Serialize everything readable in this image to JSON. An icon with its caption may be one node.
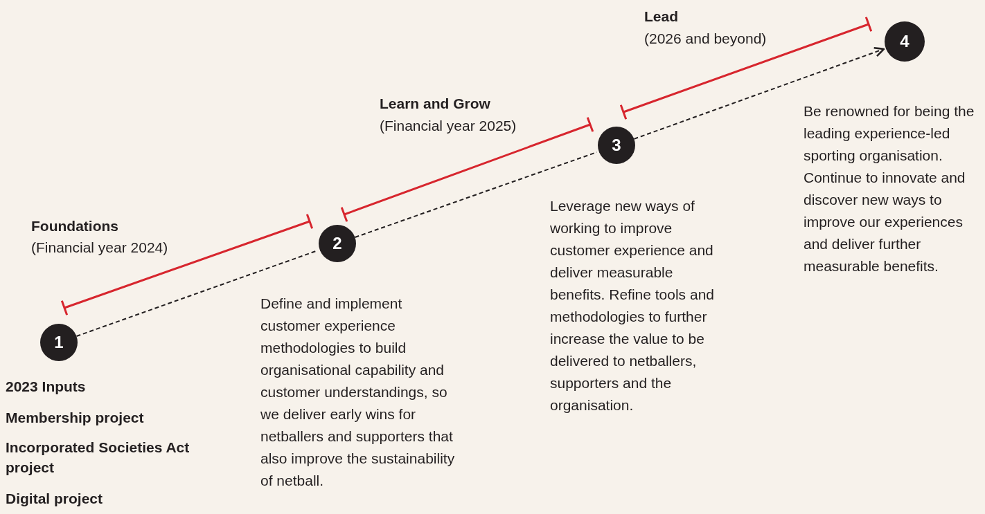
{
  "diagram": {
    "nodes": [
      {
        "text": [
          "1"
        ],
        "beside": [
          "2023 Inputs",
          "Membership project",
          "Incorporated Societies Act project",
          "Digital project"
        ]
      },
      {
        "text": [
          "2"
        ],
        "beside": [
          "Define and implement customer experience methodologies to build organisational capability and customer understandings, so we deliver early wins for netballers and supporters that also improve the sustainability of netball."
        ]
      },
      {
        "text": [
          "3"
        ],
        "beside": [
          "Leverage new ways of working to improve customer experience and deliver measurable benefits. Refine tools and methodologies to further increase the value to be delivered to netballers, supporters and the organisation."
        ]
      },
      {
        "text": [
          "4"
        ],
        "beside": [
          "Be renowned for being the leading experience-led sporting organisation. Continue to innovate and discover new ways to improve our experiences and deliver further measurable benefits."
        ]
      }
    ],
    "edges": [
      {
        "from": 0,
        "to": 1,
        "arrow": "none",
        "style": "dashed"
      },
      {
        "from": 1,
        "to": 2,
        "arrow": "none",
        "style": "dashed"
      },
      {
        "from": 2,
        "to": 3,
        "arrow": "to",
        "style": "dashed"
      }
    ],
    "labels": [
      "Lead",
      "(2026 and beyond)",
      "Learn and Grow",
      "(Financial year 2025)",
      "Foundations",
      "(Financial year 2024)"
    ]
  }
}
